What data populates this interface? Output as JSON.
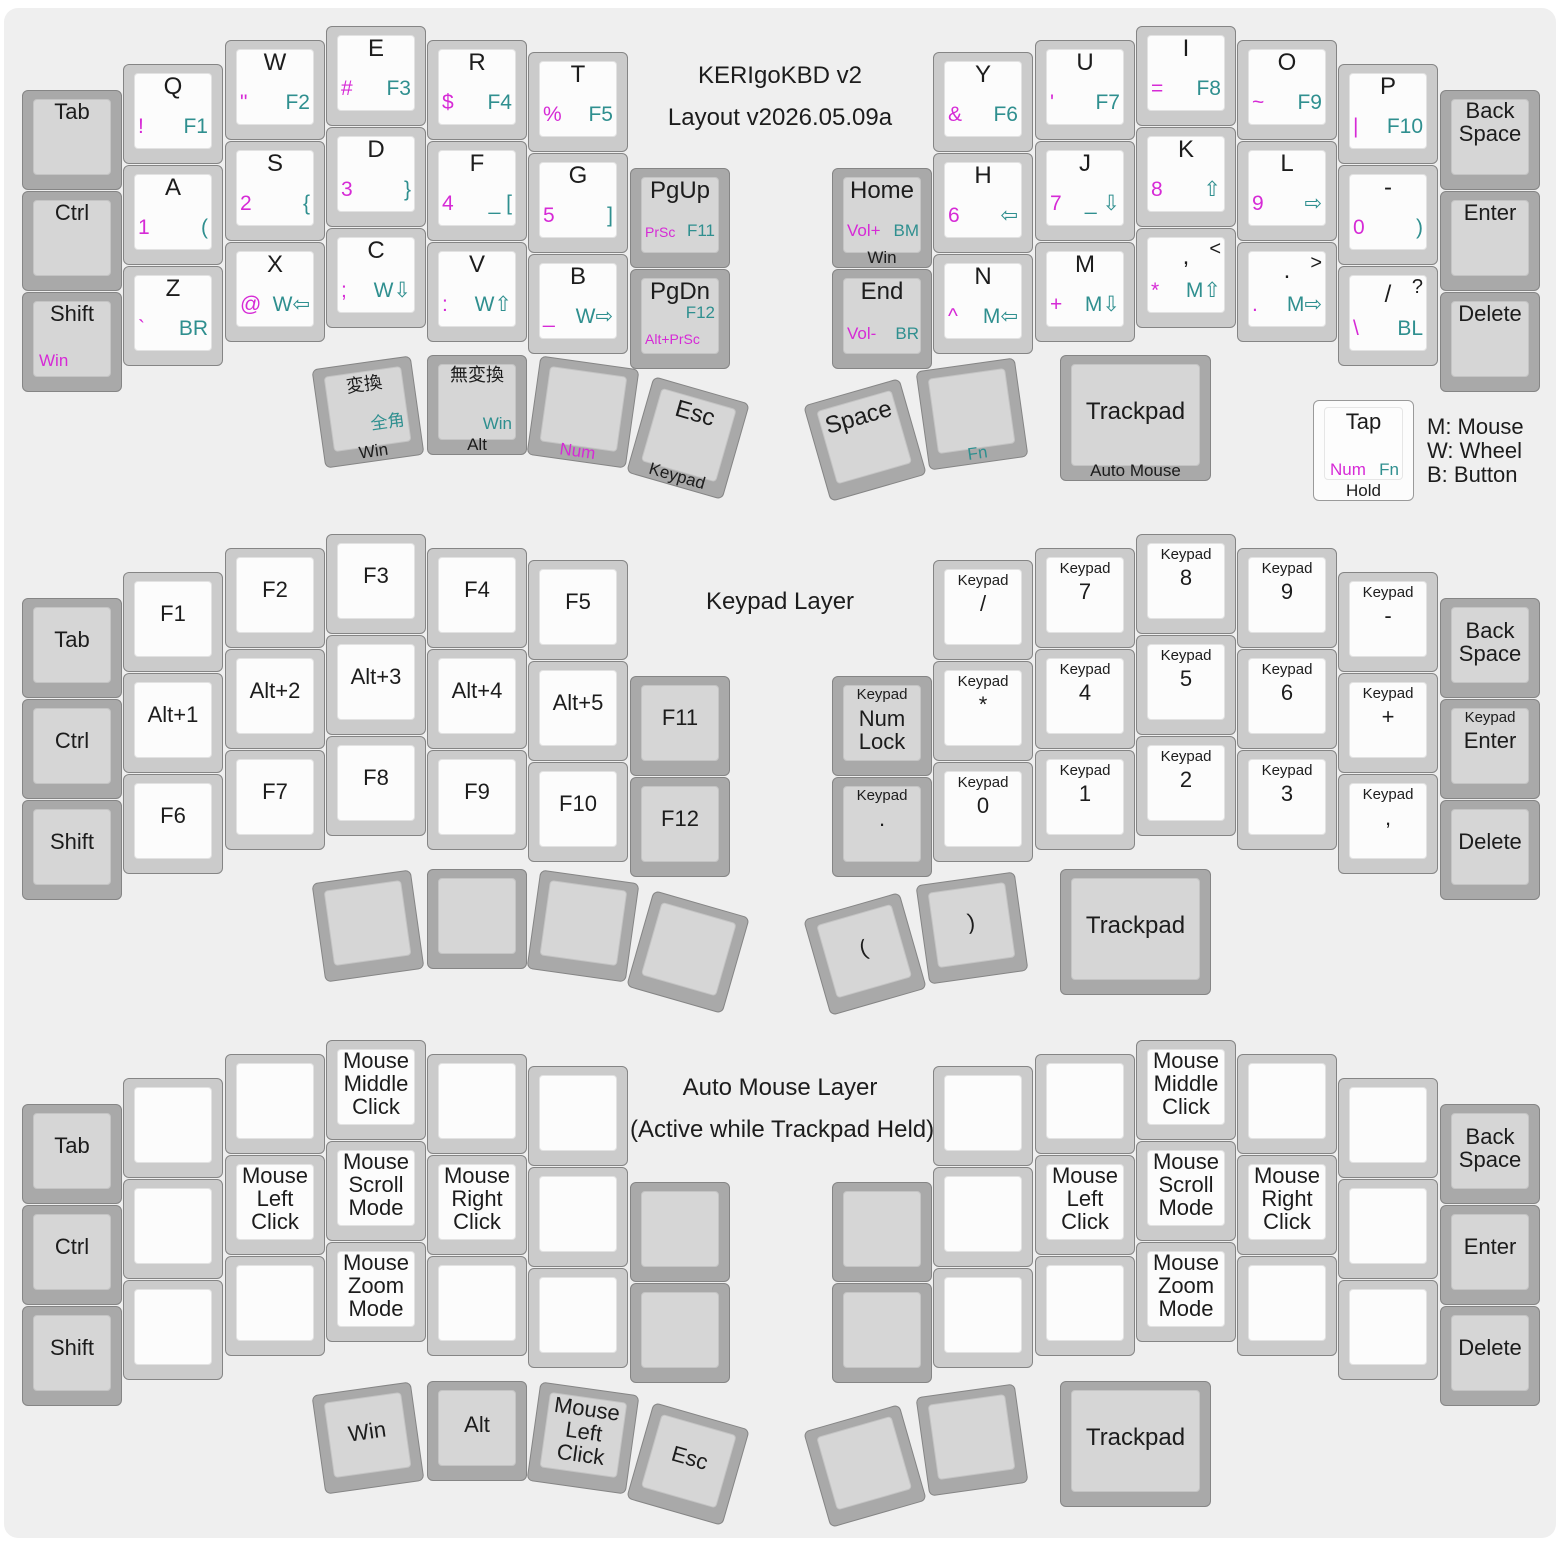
{
  "titles": {
    "base_title": "KERIgoKBD v2",
    "base_version": "Layout v2026.05.09a",
    "keypad_title": "Keypad Layer",
    "mouse_title": "Auto Mouse Layer",
    "mouse_subtitle": "(Active while Trackpad Held)"
  },
  "legend": {
    "tap_key": {
      "tap": "Tap",
      "num": "Num",
      "fn": "Fn",
      "hold": "Hold"
    },
    "lines": [
      "M: Mouse",
      "W: Wheel",
      "B: Button"
    ]
  },
  "base": {
    "tab": "Tab",
    "ctrl": "Ctrl",
    "shift": "Shift",
    "shift_hold": "Win",
    "q": {
      "main": "Q",
      "sub_left": "!",
      "sub_right": "F1"
    },
    "w": {
      "main": "W",
      "sub_left": "\"",
      "sub_right": "F2"
    },
    "e": {
      "main": "E",
      "sub_left": "#",
      "sub_right": "F3"
    },
    "r": {
      "main": "R",
      "sub_left": "$",
      "sub_right": "F4"
    },
    "t": {
      "main": "T",
      "sub_left": "%",
      "sub_right": "F5"
    },
    "a": {
      "main": "A",
      "sub_left": "1",
      "sub_right": "("
    },
    "s": {
      "main": "S",
      "sub_left": "2",
      "sub_right": "{"
    },
    "d": {
      "main": "D",
      "sub_left": "3",
      "sub_right": "}"
    },
    "f": {
      "main": "F",
      "sub_left": "4",
      "sub_right": "_ ["
    },
    "g": {
      "main": "G",
      "sub_left": "5",
      "sub_right": "]"
    },
    "z": {
      "main": "Z",
      "sub_left": "`",
      "sub_right": "BR"
    },
    "x": {
      "main": "X",
      "sub_left": "@",
      "sub_right": "W⇦"
    },
    "c": {
      "main": "C",
      "sub_left": ";",
      "sub_right": "W⇩"
    },
    "v": {
      "main": "V",
      "sub_left": ":",
      "sub_right": "W⇧"
    },
    "b": {
      "main": "B",
      "sub_left": "_",
      "sub_right": "W⇨"
    },
    "pgup": {
      "main": "PgUp",
      "sub_left": "PrSc",
      "sub_right": "F11"
    },
    "pgdn": {
      "main": "PgDn",
      "sub_right": "F12",
      "sub_bottom": "Alt+PrSc"
    },
    "home": {
      "main": "Home",
      "sub_left": "Vol+",
      "sub_right": "BM",
      "hold": "Win"
    },
    "end": {
      "main": "End",
      "sub_left": "Vol-",
      "sub_right": "BR"
    },
    "y": {
      "main": "Y",
      "sub_left": "&",
      "sub_right": "F6"
    },
    "u": {
      "main": "U",
      "sub_left": "'",
      "sub_right": "F7"
    },
    "i": {
      "main": "I",
      "sub_left": "=",
      "sub_right": "F8"
    },
    "o": {
      "main": "O",
      "sub_left": "~",
      "sub_right": "F9"
    },
    "p": {
      "main": "P",
      "sub_left": "|",
      "sub_right": "F10"
    },
    "h": {
      "main": "H",
      "sub_left": "6",
      "sub_right": "⇦"
    },
    "j": {
      "main": "J",
      "sub_left": "7",
      "sub_right": "_ ⇩"
    },
    "k": {
      "main": "K",
      "sub_left": "8",
      "sub_right": "⇧"
    },
    "l": {
      "main": "L",
      "sub_left": "9",
      "sub_right": "⇨"
    },
    "minus": {
      "main": "-",
      "sub_left": "0",
      "sub_right": ")"
    },
    "n": {
      "main": "N",
      "sub_left": "^",
      "sub_right": "M⇦"
    },
    "m": {
      "main": "M",
      "sub_left": "+",
      "sub_right": "M⇩"
    },
    "comma": {
      "main": ",",
      "top_right": "<",
      "sub_left": "*",
      "sub_right": "M⇧"
    },
    "dot": {
      "main": ".",
      "top_right": ">",
      "sub_left": ".",
      "sub_right": "M⇨"
    },
    "slash": {
      "main": "/",
      "top_right": "?",
      "sub_left": "\\",
      "sub_right": "BL"
    },
    "backspace": "Back\nSpace",
    "enter": "Enter",
    "delete": "Delete",
    "henkan": {
      "main": "変換",
      "sub": "全角",
      "hold": "Win"
    },
    "muhenkan": {
      "main": "無変換",
      "sub": "Win",
      "hold": "Alt"
    },
    "num_hold": "Num",
    "esc": {
      "main": "Esc",
      "hold": "Keypad"
    },
    "space": "Space",
    "fn_hold": "Fn",
    "trackpad": {
      "main": "Trackpad",
      "hold": "Auto Mouse"
    }
  },
  "keypad": {
    "tab": "Tab",
    "ctrl": "Ctrl",
    "shift": "Shift",
    "row1": [
      "F1",
      "F2",
      "F3",
      "F4",
      "F5"
    ],
    "row2": [
      "Alt+1",
      "Alt+2",
      "Alt+3",
      "Alt+4",
      "Alt+5"
    ],
    "row3": [
      "F6",
      "F7",
      "F8",
      "F9",
      "F10"
    ],
    "f11": "F11",
    "f12": "F12",
    "kp_prefix": "Keypad",
    "numlock": "Num\nLock",
    "kp_dot": ".",
    "right_r1": [
      "/",
      "7",
      "8",
      "9",
      "-"
    ],
    "right_r2": [
      "*",
      "4",
      "5",
      "6",
      "+"
    ],
    "right_r3": [
      "0",
      "1",
      "2",
      "3",
      ","
    ],
    "backspace": "Back\nSpace",
    "enter": "Enter",
    "delete": "Delete",
    "lparen": "(",
    "rparen": ")",
    "trackpad": "Trackpad"
  },
  "mouse": {
    "tab": "Tab",
    "ctrl": "Ctrl",
    "shift": "Shift",
    "middle_click": "Mouse\nMiddle\nClick",
    "left_click": "Mouse\nLeft\nClick",
    "scroll_mode": "Mouse\nScroll\nMode",
    "right_click": "Mouse\nRight\nClick",
    "zoom_mode": "Mouse\nZoom\nMode",
    "backspace": "Back\nSpace",
    "enter": "Enter",
    "delete": "Delete",
    "win": "Win",
    "alt": "Alt",
    "esc": "Esc",
    "thumb_left_click": "Mouse\nLeft\nClick",
    "trackpad": "Trackpad"
  },
  "colors": {
    "magenta": "#d62ad6",
    "teal": "#2f8f8f",
    "panel": "#efefef"
  }
}
